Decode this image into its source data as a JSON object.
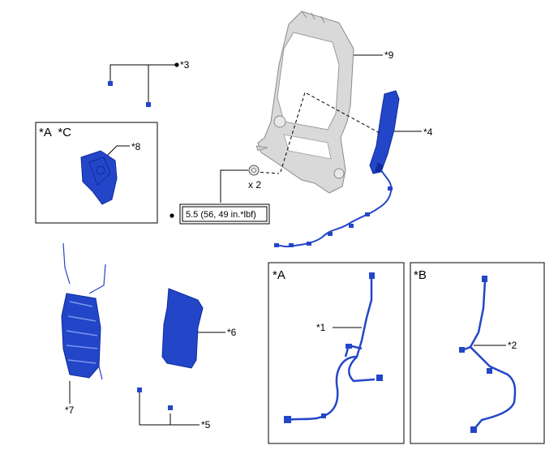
{
  "callouts": {
    "c1": "*1",
    "c2": "*2",
    "c3": "*3",
    "c4": "*4",
    "c5": "*5",
    "c6": "*6",
    "c7": "*7",
    "c8": "*8",
    "c9": "*9"
  },
  "boxes": {
    "ac_label": "*A  *C",
    "a_label": "*A",
    "b_label": "*B"
  },
  "fastener": {
    "quantity": "x 2",
    "torque": "5.5 (56, 49 in.*lbf)"
  },
  "colors": {
    "part_blue": "#2346c8",
    "part_blue_dark": "#0f2a9c",
    "frame_gray": "#d2d2d2",
    "frame_outline": "#8a8a8a",
    "line": "#000000"
  }
}
